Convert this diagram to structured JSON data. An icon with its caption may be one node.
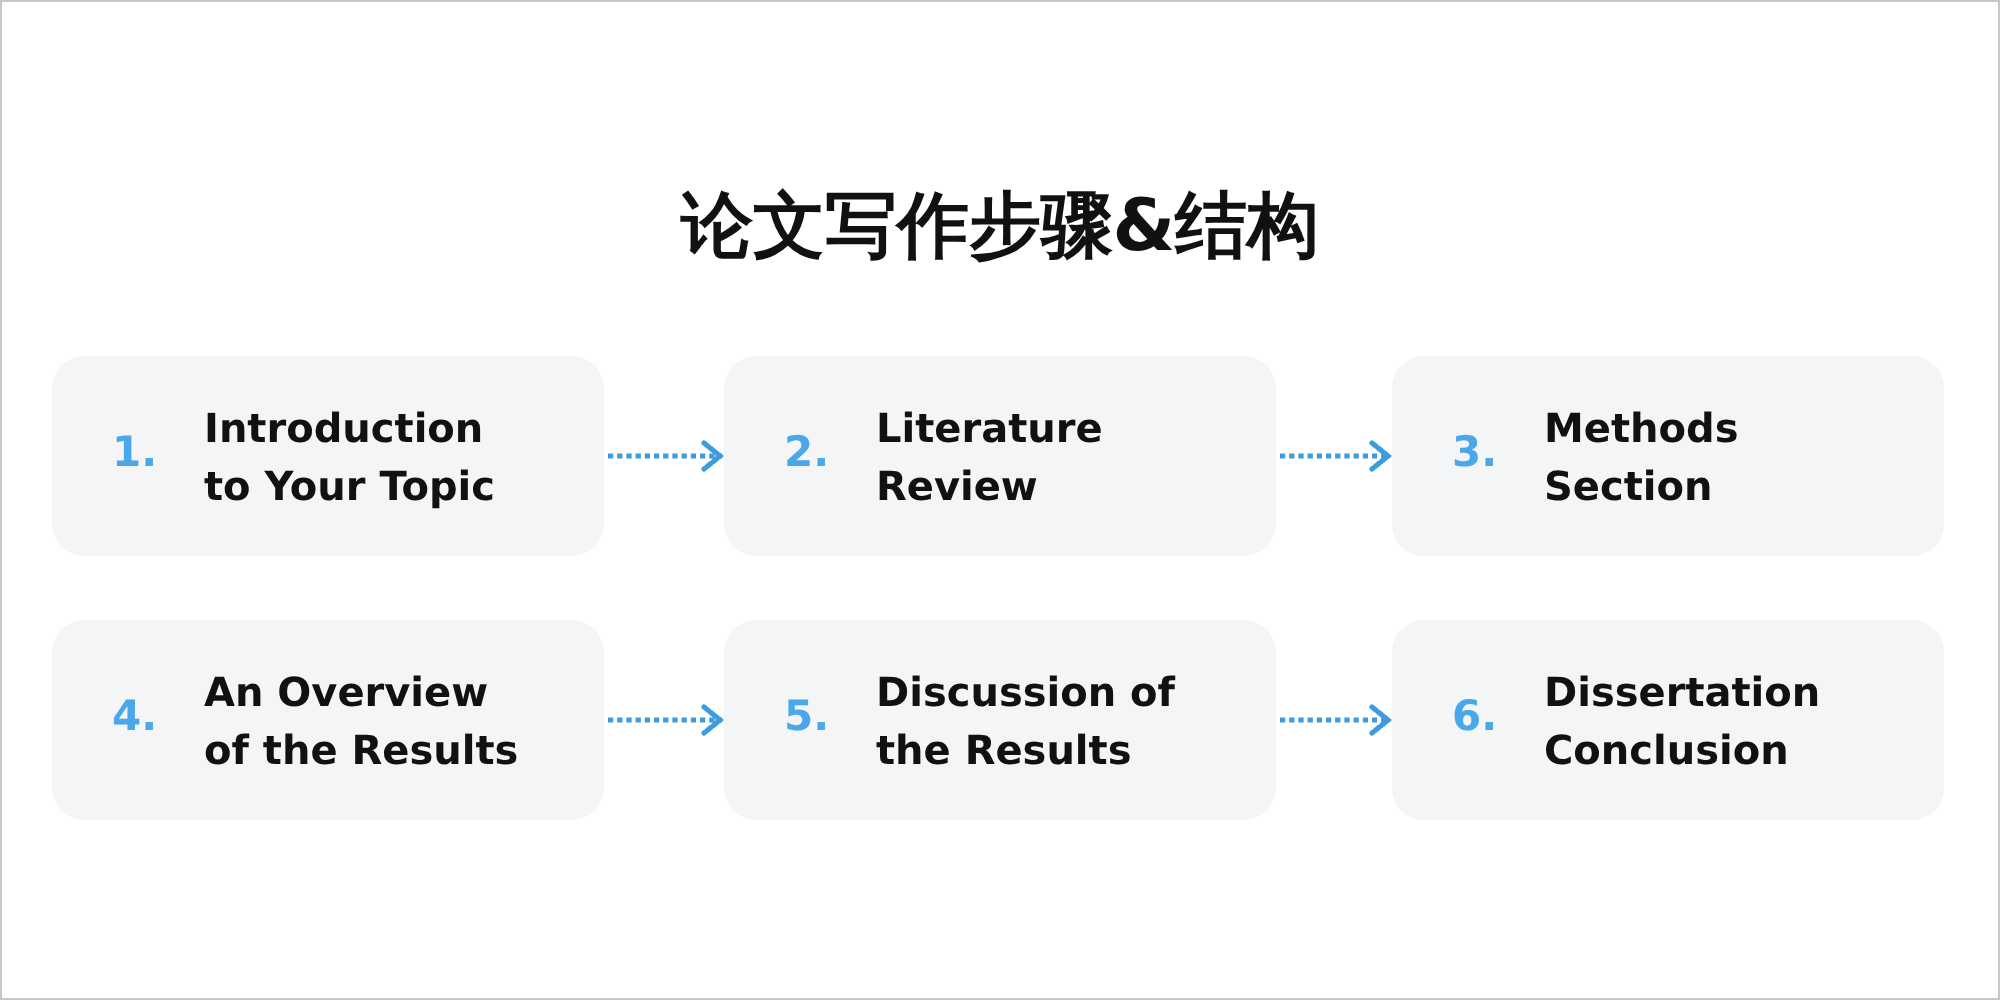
{
  "diagram": {
    "title": "论文写作步骤&结构",
    "nodes": [
      {
        "text": [
          "1.",
          "Introduction to Your Topic"
        ]
      },
      {
        "text": [
          "2.",
          "Literature Review"
        ]
      },
      {
        "text": [
          "3.",
          "Methods Section"
        ]
      },
      {
        "text": [
          "4.",
          "An Overview of the Results"
        ]
      },
      {
        "text": [
          "5.",
          "Discussion of the Results"
        ]
      },
      {
        "text": [
          "6.",
          "Dissertation Conclusion"
        ]
      }
    ],
    "edges": [
      {
        "from": 0,
        "to": 1,
        "arrow": "to"
      },
      {
        "from": 1,
        "to": 2,
        "arrow": "to"
      },
      {
        "from": 3,
        "to": 4,
        "arrow": "to"
      },
      {
        "from": 4,
        "to": 5,
        "arrow": "to"
      }
    ]
  }
}
